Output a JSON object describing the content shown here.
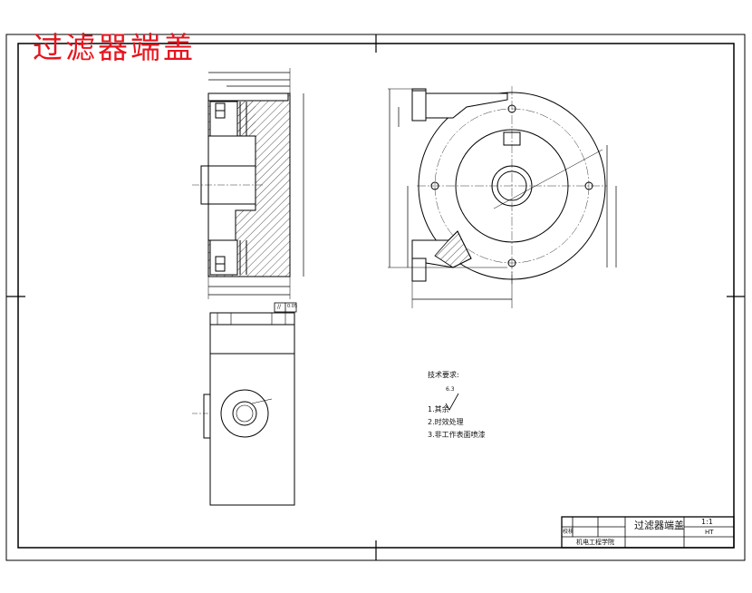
{
  "drawing_title": "过滤器端盖",
  "technical_requirements": {
    "heading": "技术要求:",
    "items": [
      "1.其余",
      "2.时效处理",
      "3.非工作表面喷漆"
    ],
    "roughness_value": "6.3"
  },
  "title_block": {
    "part_name": "过滤器端盖",
    "scale": "1:1",
    "material": "HT",
    "designer_label": "",
    "checker_label": "校核",
    "drawing_no": "",
    "date": "",
    "school": "机电工程学院",
    "class_label": "",
    "sheet": ""
  },
  "tolerance_frame": {
    "symbol": "//",
    "value": "0.05"
  },
  "colors": {
    "title_red": "#e8141e",
    "line": "#000000",
    "hatch": "#333333"
  }
}
